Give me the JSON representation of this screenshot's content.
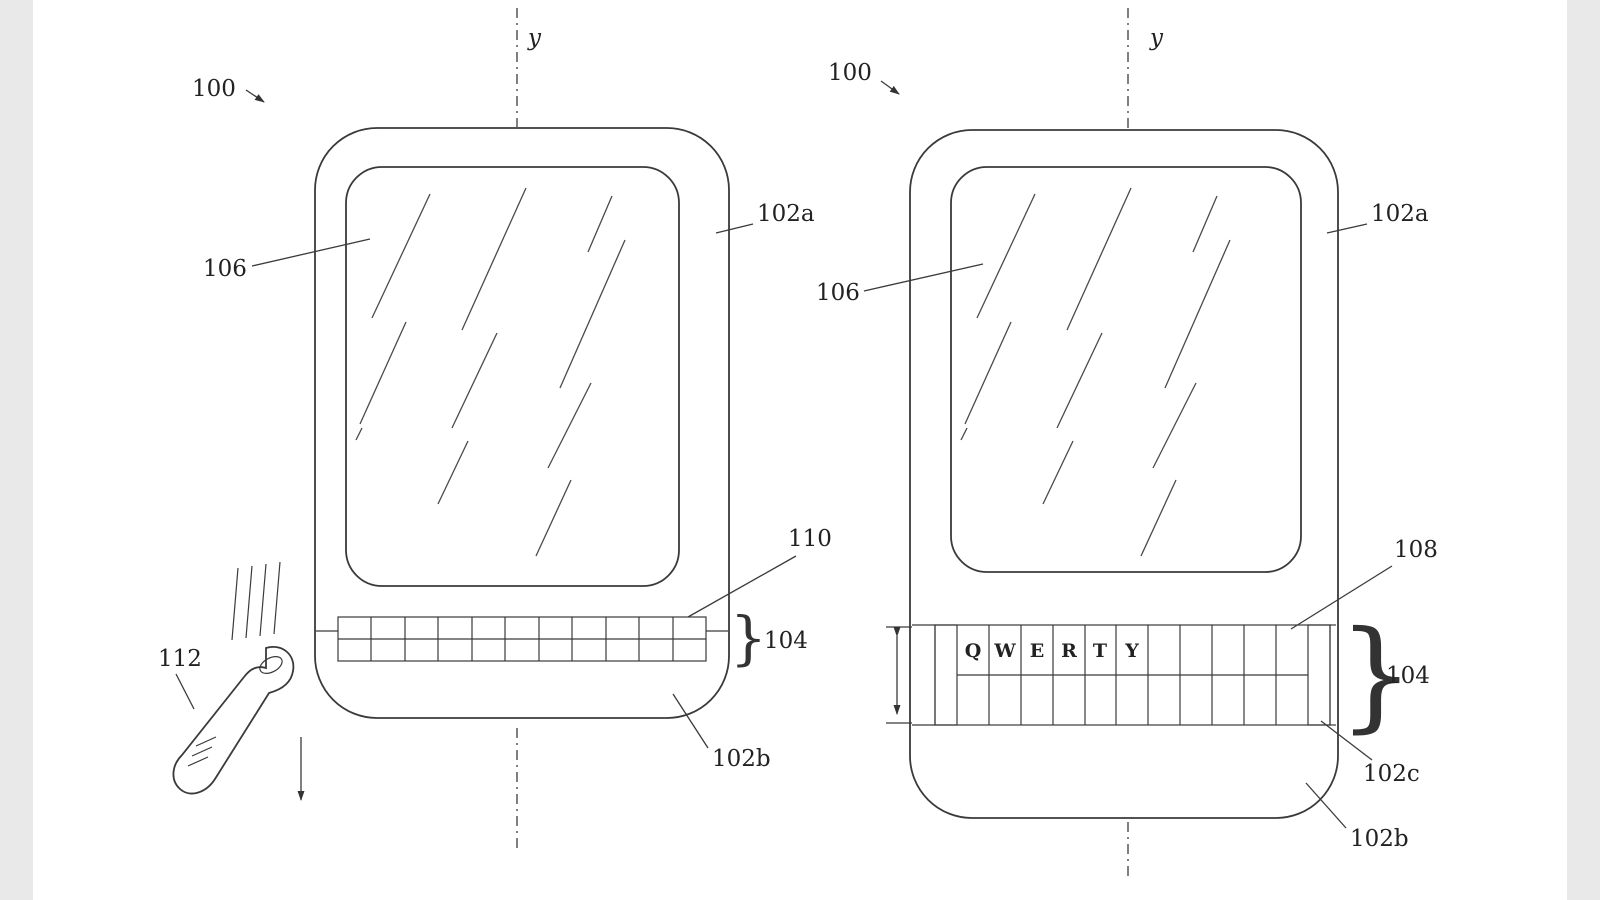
{
  "page": {
    "background": "#e9e9e9",
    "paper": "#ffffff"
  },
  "figures": {
    "brace": "}",
    "left": {
      "ref_100": "100",
      "ref_106": "106",
      "ref_102a": "102a",
      "ref_110": "110",
      "ref_104": "104",
      "ref_112": "112",
      "ref_102b": "102b",
      "axis": "y"
    },
    "right": {
      "ref_100": "100",
      "ref_106": "106",
      "ref_102a": "102a",
      "ref_108": "108",
      "ref_104": "104",
      "ref_102c": "102c",
      "ref_102b": "102b",
      "axis": "y",
      "keys_row1": [
        "Q",
        "W",
        "E",
        "R",
        "T",
        "Y"
      ]
    }
  }
}
